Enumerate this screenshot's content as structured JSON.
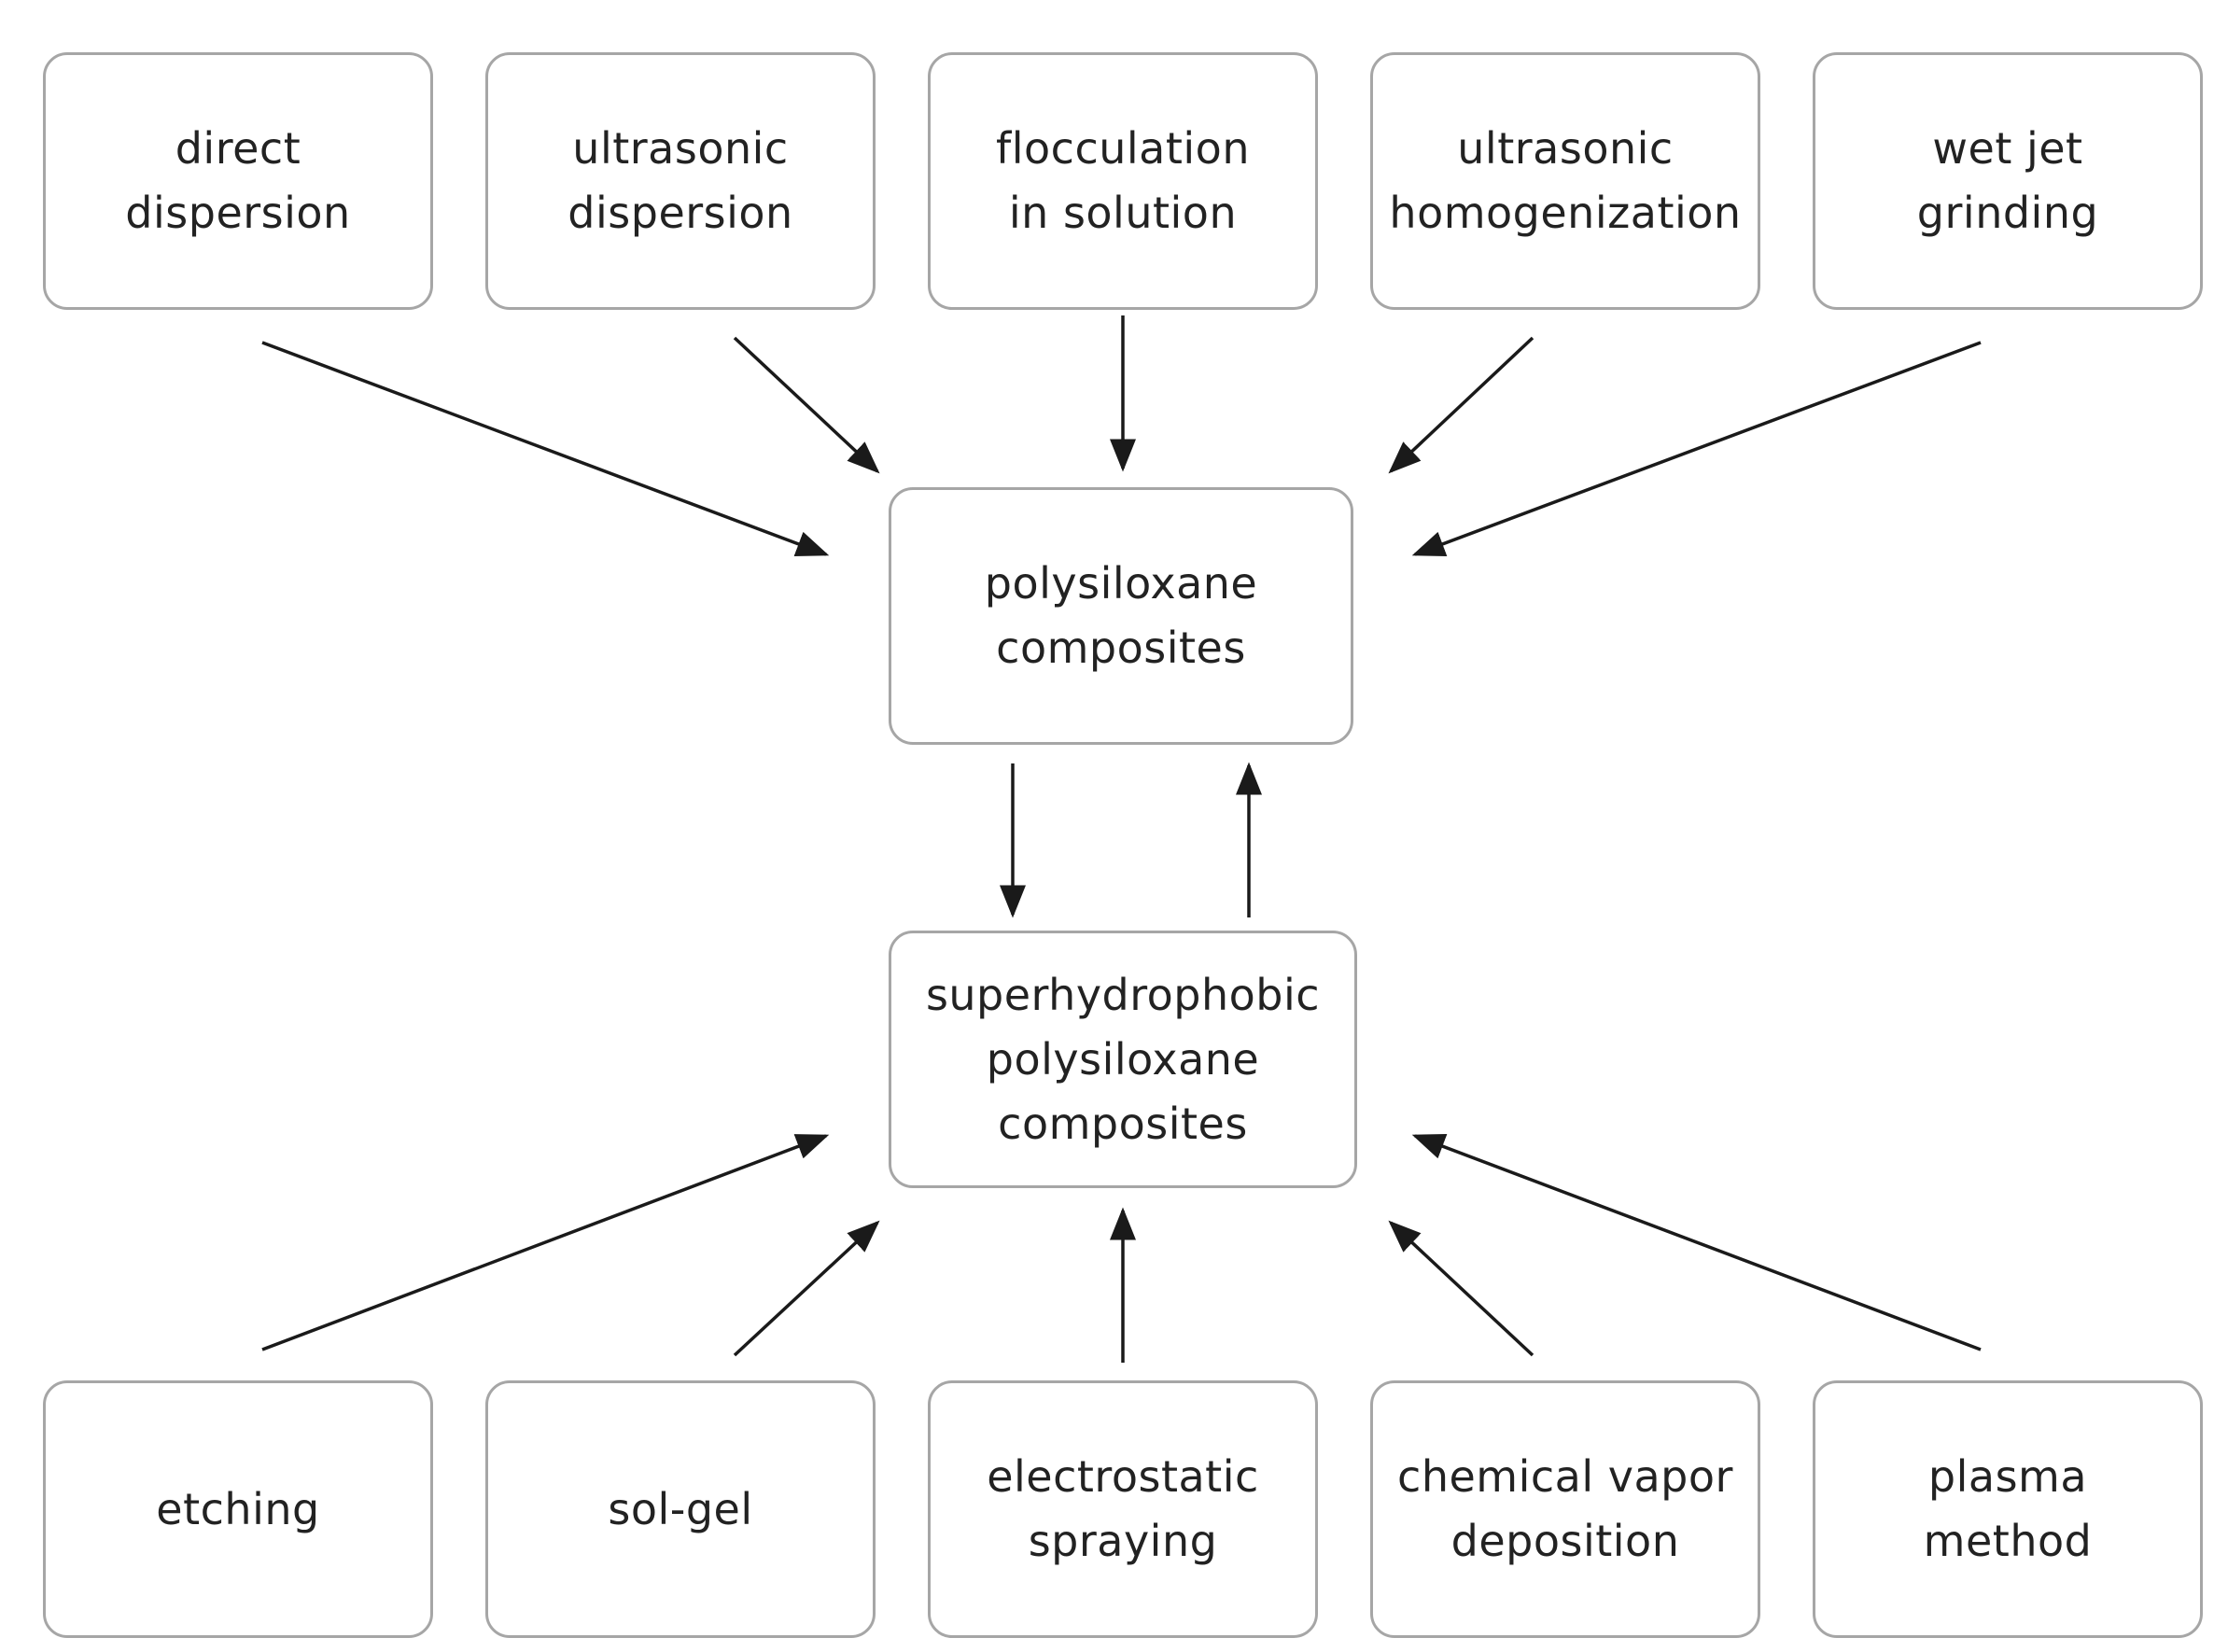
{
  "top_methods": [
    "direct\ndispersion",
    "ultrasonic\ndispersion",
    "flocculation\nin solution",
    "ultrasonic\nhomogenization",
    "wet jet\ngrinding"
  ],
  "center_top": "polysiloxane\ncomposites",
  "center_bottom": "superhydrophobic\npolysiloxane\ncomposites",
  "bottom_methods": [
    "etching",
    "sol-gel",
    "electrostatic\nspraying",
    "chemical vapor\ndeposition",
    "plasma\nmethod"
  ],
  "colors": {
    "box_border": "#a6a6a6",
    "text": "#222222",
    "arrow": "#1a1a1a"
  }
}
